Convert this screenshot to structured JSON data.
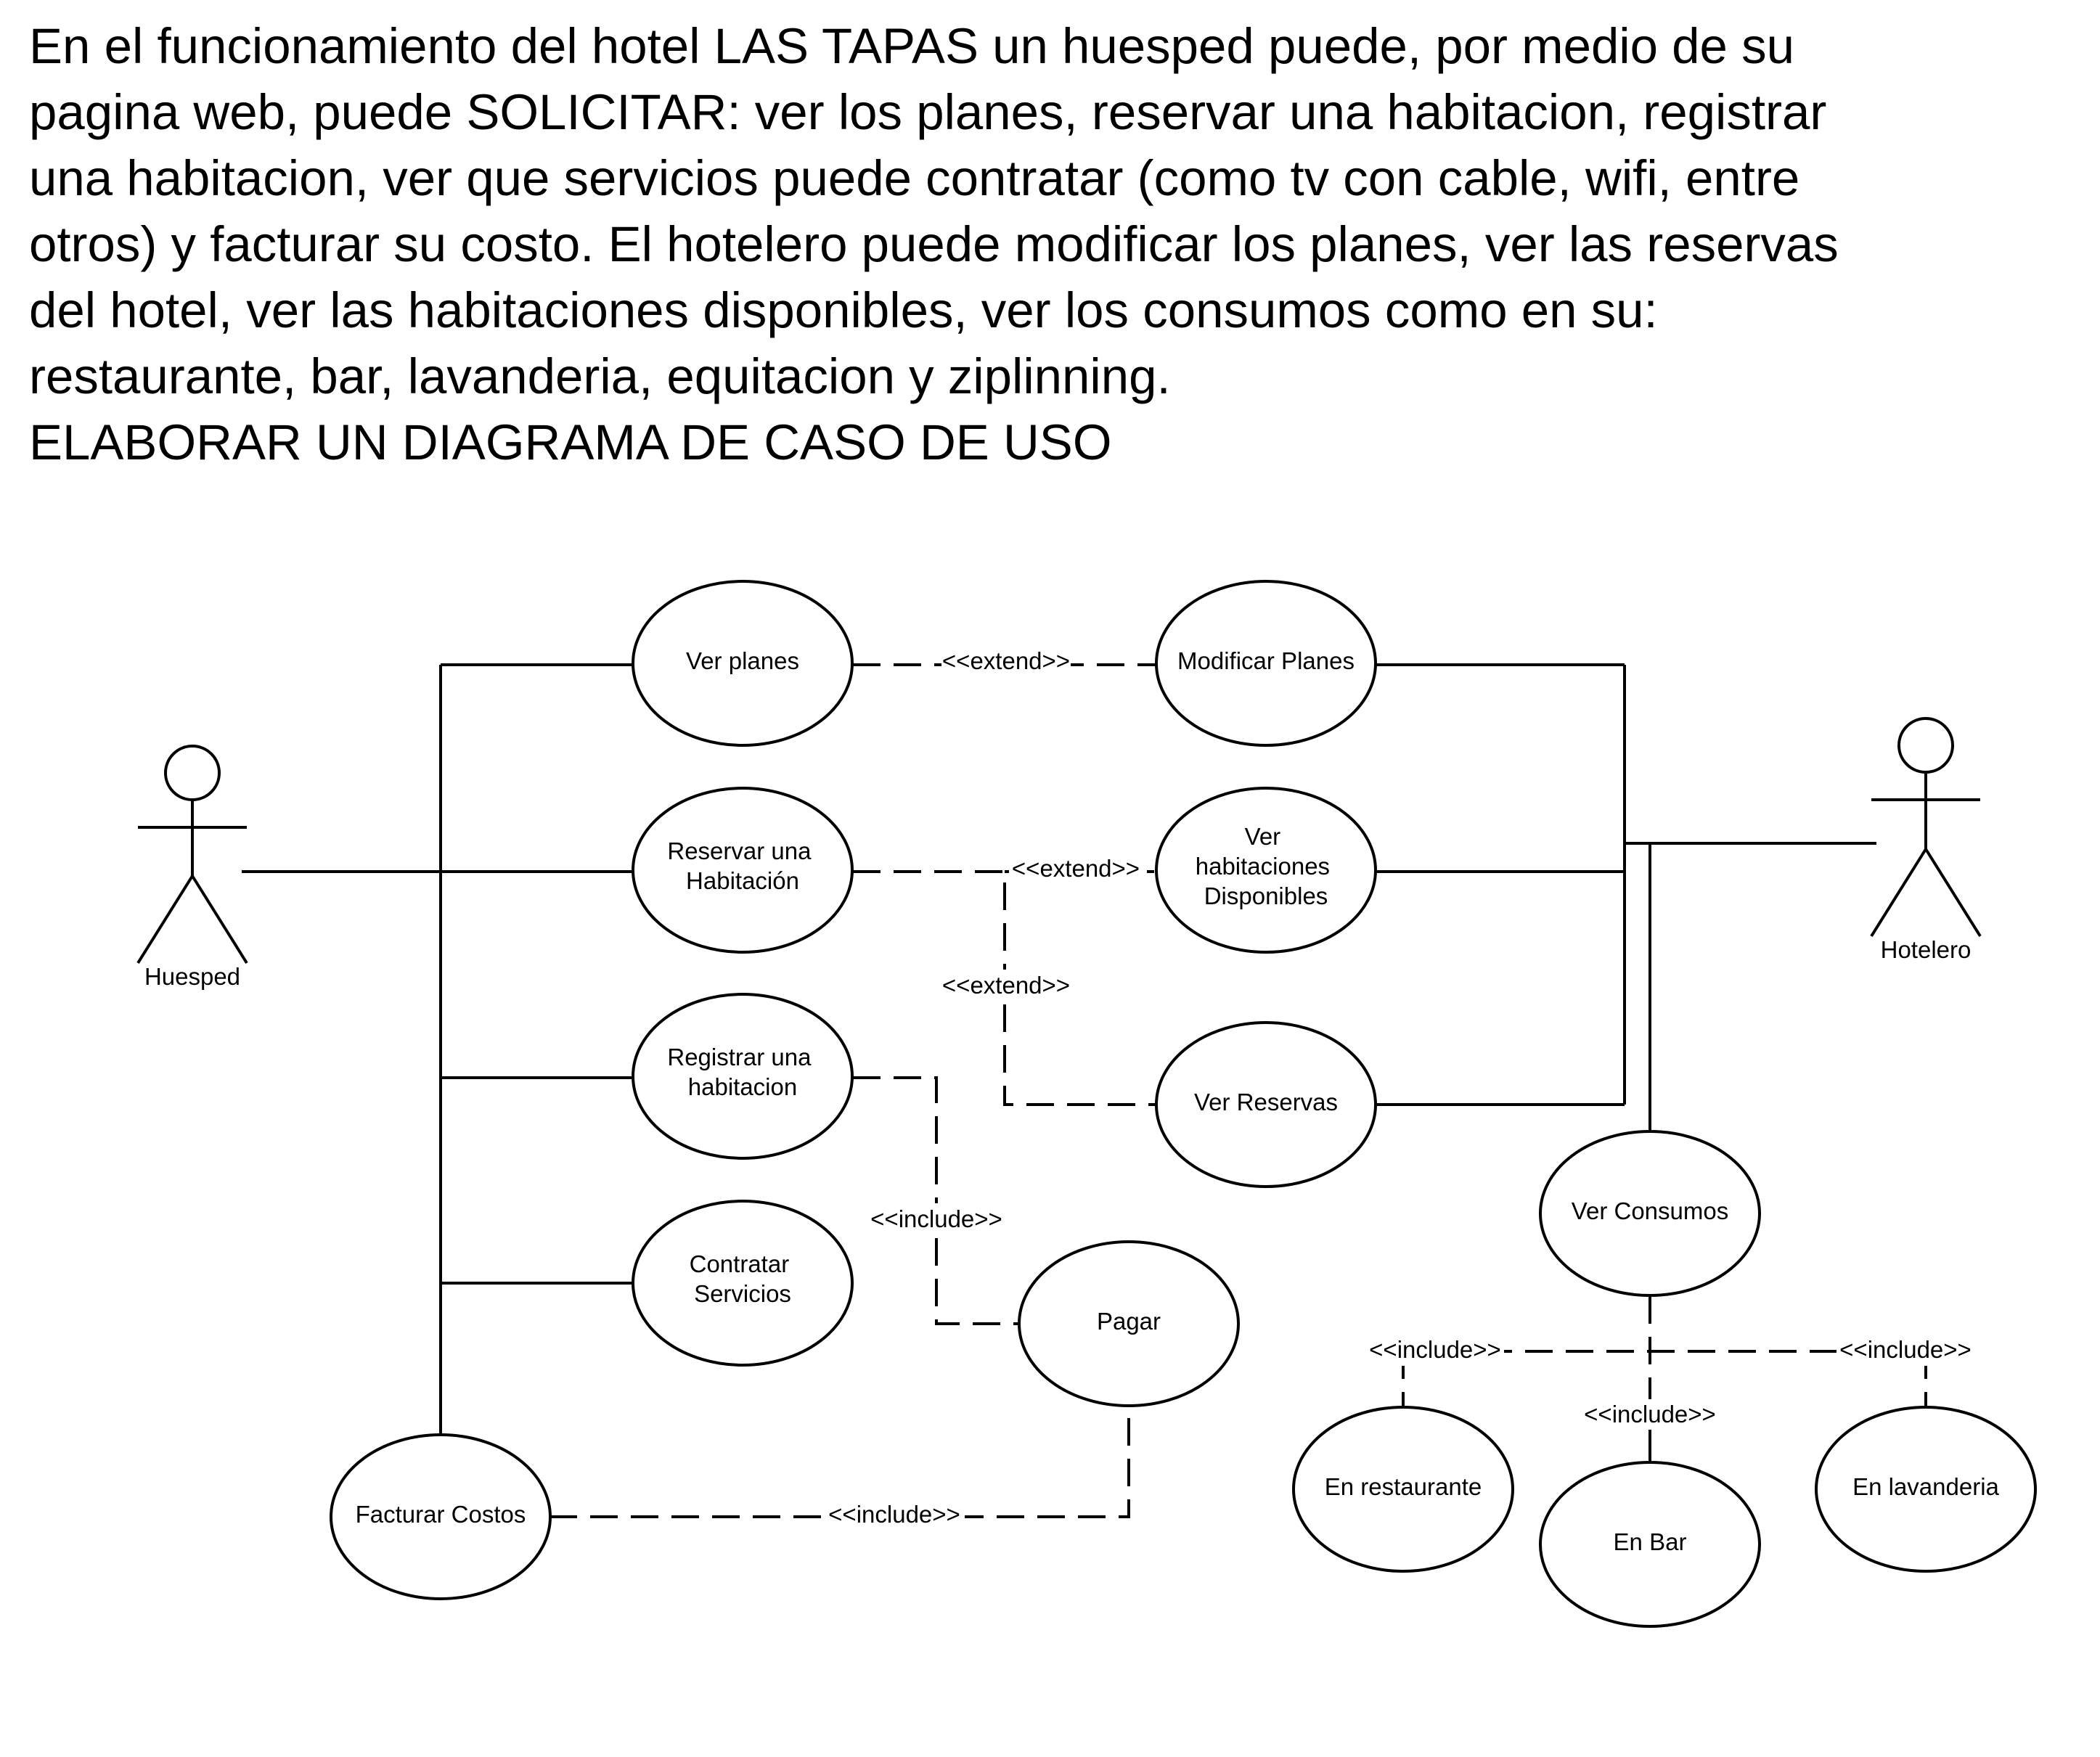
{
  "statement": {
    "paragraph": "En el funcionamiento del hotel LAS TAPAS un huesped puede, por medio de su\npagina web, puede SOLICITAR: ver los planes, reservar una habitacion, registrar\nuna habitacion, ver que servicios puede contratar (como tv con cable, wifi, entre\notros) y facturar su costo. El hotelero puede modificar los planes, ver las reservas\ndel hotel, ver las habitaciones disponibles, ver los consumos como en su:\nrestaurante, bar, lavanderia, equitacion y ziplinning.",
    "task": "ELABORAR UN DIAGRAMA DE CASO DE USO"
  },
  "actors": {
    "huesped": "Huesped",
    "hotelero": "Hotelero"
  },
  "use_cases": {
    "ver_planes": [
      "Ver planes"
    ],
    "reservar": [
      "Reservar una",
      "Habitación"
    ],
    "registrar": [
      "Registrar una",
      "habitacion"
    ],
    "contratar": [
      "Contratar",
      "Servicios"
    ],
    "facturar": [
      "Facturar Costos"
    ],
    "pagar": [
      "Pagar"
    ],
    "modificar_planes": [
      "Modificar Planes"
    ],
    "ver_habitaciones": [
      "Ver",
      "habitaciones",
      "Disponibles"
    ],
    "ver_reservas": [
      "Ver Reservas"
    ],
    "ver_consumos": [
      "Ver Consumos"
    ],
    "en_restaurante": [
      "En restaurante"
    ],
    "en_bar": [
      "En Bar"
    ],
    "en_lavanderia": [
      "En lavanderia"
    ]
  },
  "relations": {
    "extend_planes": "<<extend>>",
    "extend_habitaciones": "<<extend>>",
    "extend_reservas": "<<extend>>",
    "include_pagar": "<<include>>",
    "include_facturar": "<<include>>",
    "include_restaurante": "<<include>>",
    "include_bar": "<<include>>",
    "include_lavanderia": "<<include>>"
  },
  "colors": {
    "stroke": "#000000",
    "background": "#ffffff"
  }
}
